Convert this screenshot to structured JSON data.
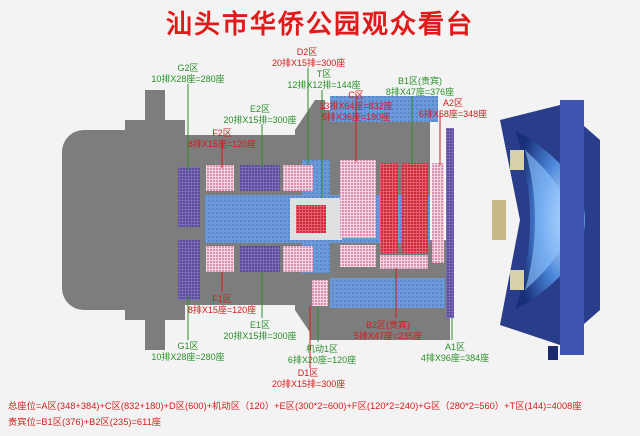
{
  "title": "汕头市华侨公园观众看台",
  "zones": {
    "d2": {
      "name": "D2区",
      "detail": "20排X15排=300座"
    },
    "t": {
      "name": "T区",
      "detail": "12排X12排=144座"
    },
    "g2": {
      "name": "G2区",
      "detail": "10排X28座=280座"
    },
    "b1": {
      "name": "B1区(贵宾)",
      "detail": "8排X47座=376座"
    },
    "a2": {
      "name": "A2区",
      "detail": "6排X58座=348座"
    },
    "c": {
      "name": "C区",
      "detail1": "13排X64座=832座",
      "detail2": "5排X36座=180座"
    },
    "e2": {
      "name": "E2区",
      "detail": "20排X15排=300座"
    },
    "f2": {
      "name": "F2区",
      "detail": "8排X15座=120座"
    },
    "f1": {
      "name": "F1区",
      "detail": "8排X15座=120座"
    },
    "b2": {
      "name": "B2区(贵宾)",
      "detail": "5排X47座=235座"
    },
    "g1": {
      "name": "G1区",
      "detail": "10排X28座=280座"
    },
    "e1": {
      "name": "E1区",
      "detail": "20排X15排=300座"
    },
    "jd1": {
      "name": "机动1区",
      "detail": "6排X20座=120座"
    },
    "a1": {
      "name": "A1区",
      "detail": "4排X96座=384座"
    },
    "d1": {
      "name": "D1区",
      "detail": "20排X15排=300座"
    }
  },
  "summary": {
    "total": "总座位=A区(348+384)+C区(832+180)+D区(600)+机动区（120）+E区(300*2=600)+F区(120*2=240)+G区（280*2=560）+T区(144)=4008座",
    "vip": "贵宾位=B1区(376)+B2区(235)=611座"
  },
  "colors": {
    "title": "#e01a1a",
    "green_label": "#2a8f2a",
    "red_label": "#d21c1c",
    "building": "#7a7a7a",
    "blue_seat": "#5f8fd6",
    "purple_seat": "#6a5aa8",
    "red_seat": "#d83848",
    "pink_seat": "#e8b8c8"
  }
}
